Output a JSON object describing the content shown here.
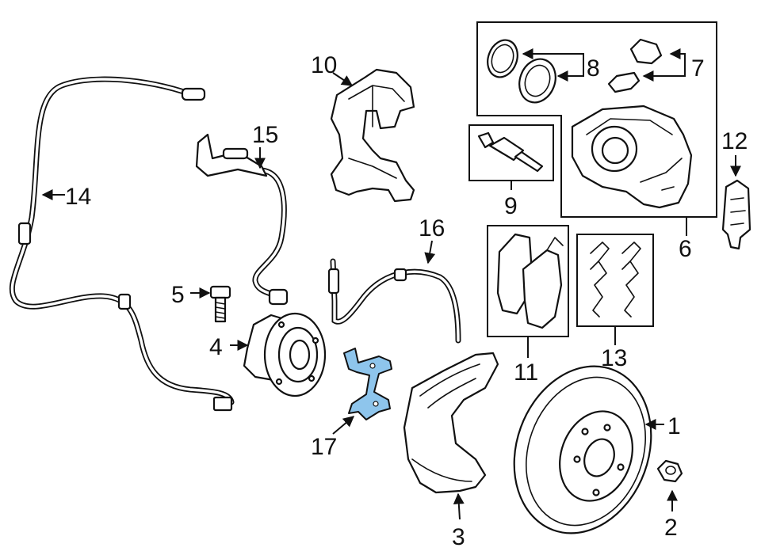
{
  "accent_color": "#8ec5ec",
  "callouts": [
    {
      "id": "1",
      "label": "1"
    },
    {
      "id": "2",
      "label": "2"
    },
    {
      "id": "3",
      "label": "3"
    },
    {
      "id": "4",
      "label": "4"
    },
    {
      "id": "5",
      "label": "5"
    },
    {
      "id": "6",
      "label": "6"
    },
    {
      "id": "7",
      "label": "7"
    },
    {
      "id": "8",
      "label": "8"
    },
    {
      "id": "9",
      "label": "9"
    },
    {
      "id": "10",
      "label": "10"
    },
    {
      "id": "11",
      "label": "11"
    },
    {
      "id": "12",
      "label": "12"
    },
    {
      "id": "13",
      "label": "13"
    },
    {
      "id": "14",
      "label": "14"
    },
    {
      "id": "15",
      "label": "15"
    },
    {
      "id": "16",
      "label": "16"
    },
    {
      "id": "17",
      "label": "17"
    }
  ]
}
